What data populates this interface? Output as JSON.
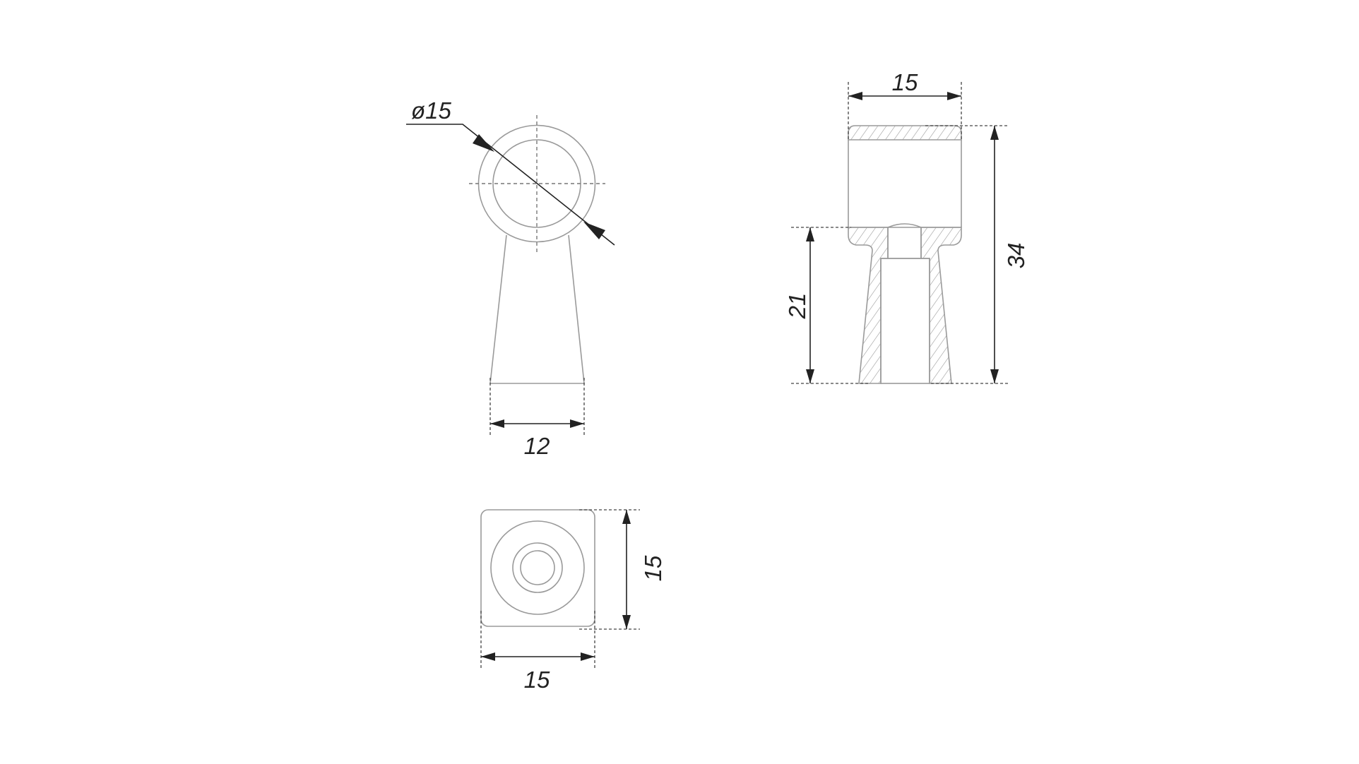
{
  "drawing": {
    "front_view": {
      "diameter_label": "ø15",
      "base_width_label": "12"
    },
    "section_view": {
      "top_width_label": "15",
      "total_height_label": "34",
      "stem_height_label": "21"
    },
    "bottom_view": {
      "width_label": "15",
      "height_label": "15"
    }
  },
  "colors": {
    "outline": "#9a9a9a",
    "dimension": "#222222",
    "background": "#ffffff"
  }
}
